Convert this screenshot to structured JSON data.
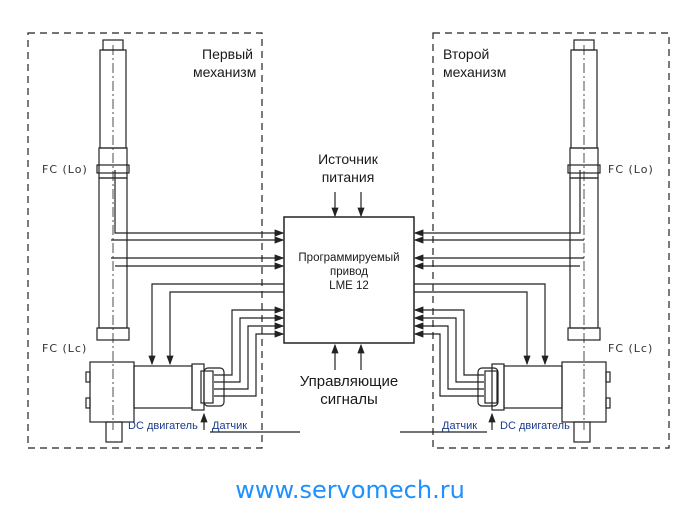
{
  "left_mechanism": {
    "title_line1": "Первый",
    "title_line2": "механизм",
    "fc_upper": "FC (Lo)",
    "fc_lower": "FC (Lc)",
    "motor_label": "DC двигатель",
    "sensor_label": "Датчик"
  },
  "right_mechanism": {
    "title_line1": "Второй",
    "title_line2": "механизм",
    "fc_upper": "FC (Lo)",
    "fc_lower": "FC (Lc)",
    "motor_label": "DC двигатель",
    "sensor_label": "Датчик"
  },
  "power": {
    "line1": "Источник",
    "line2": "питания"
  },
  "controller": {
    "line1": "Программируемый",
    "line2": "привод",
    "line3": "LME 12"
  },
  "control": {
    "line1": "Управляющие",
    "line2": "сигналы"
  },
  "footer": {
    "url": "www.servomech.ru",
    "color": "#1e90ff"
  }
}
